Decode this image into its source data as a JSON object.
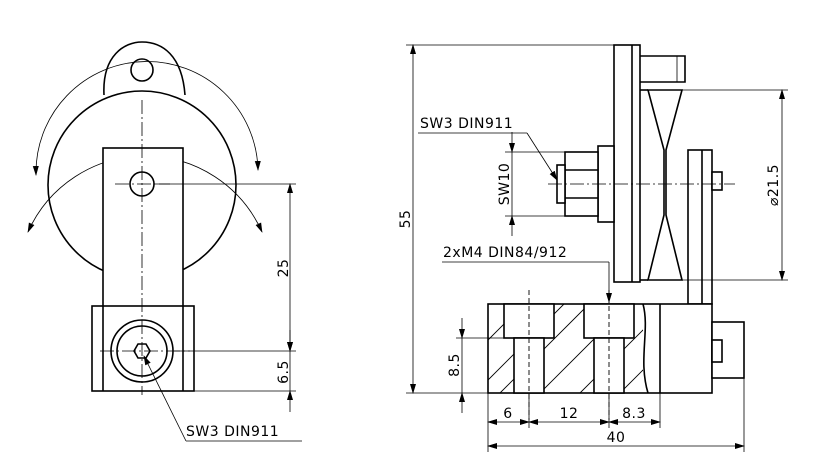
{
  "front_view": {
    "callout_bolt": "SW3  DIN911",
    "dim_arm_length": "25",
    "dim_offset": "6.5"
  },
  "side_view": {
    "callout_screw": "SW3  DIN911",
    "callout_wrench": "SW10",
    "callout_nuts": "2xM4  DIN84/912",
    "dim_total_height": "55",
    "dim_pulley_diameter": "⌀21.5",
    "dim_block_height": "8.5",
    "dim_hole1": "6",
    "dim_hole_spacing": "12",
    "dim_wall": "8.3",
    "dim_total_width": "40"
  }
}
